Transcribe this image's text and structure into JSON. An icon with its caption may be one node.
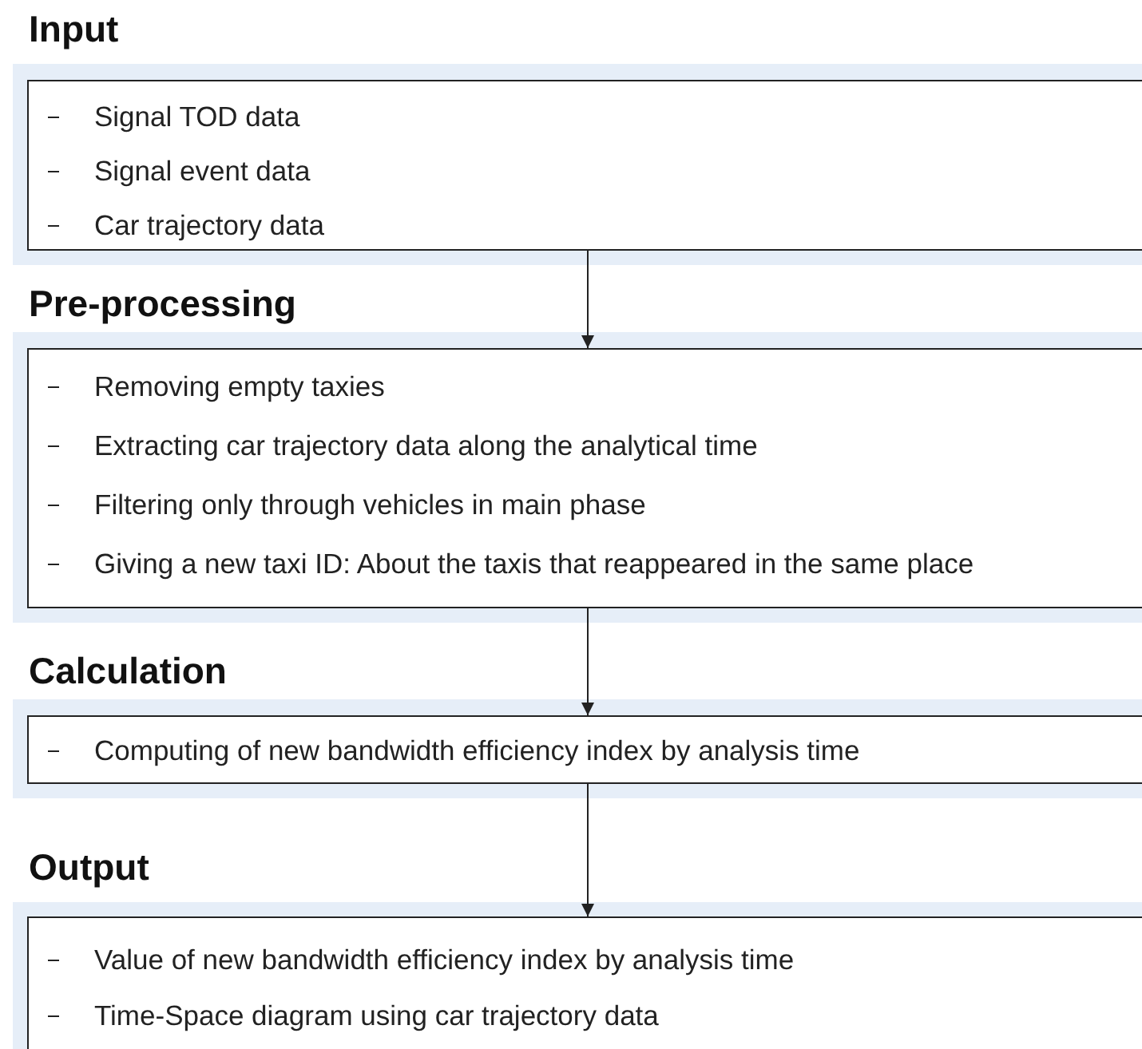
{
  "diagram": {
    "nodes": [
      {
        "text": [
          "Input",
          "Signal TOD data",
          "Signal event data",
          "Car trajectory data"
        ]
      },
      {
        "text": [
          "Pre-processing",
          "Removing empty taxies",
          "Extracting car trajectory data along the analytical time",
          "Filtering only through vehicles in main phase",
          "Giving a new taxi ID: About the taxis that reappeared in the same place"
        ]
      },
      {
        "text": [
          "Calculation",
          "Computing of new bandwidth efficiency index by analysis time"
        ]
      },
      {
        "text": [
          "Output",
          "Value of new bandwidth efficiency index by analysis time",
          "Time-Space diagram using car trajectory data"
        ]
      }
    ],
    "edges": [
      {
        "from": 0,
        "to": 1,
        "arrow": "to"
      },
      {
        "from": 1,
        "to": 2,
        "arrow": "to"
      },
      {
        "from": 2,
        "to": 3,
        "arrow": "to"
      }
    ]
  }
}
